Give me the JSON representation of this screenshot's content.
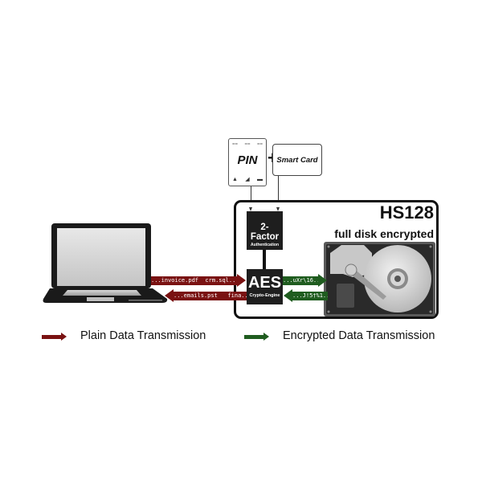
{
  "diagram": {
    "title": "HS128",
    "subtitle": "full disk encrypted",
    "auth_inputs": {
      "pin": {
        "label": "PIN",
        "keypad_top": [
          "==",
          "==",
          "=="
        ],
        "keypad_bottom": [
          "▲",
          "◢",
          "▬"
        ]
      },
      "plus": "+",
      "smart_card": {
        "label": "Smart Card"
      }
    },
    "factor_box": {
      "title": "2-Factor",
      "subtitle": "Authentication"
    },
    "aes_box": {
      "title": "AES",
      "subtitle": "Crypto-Engine"
    },
    "plain_arrows": {
      "to_device": "...invoice.pdf  crm.sql...",
      "to_computer": "...emails.pst   fina..."
    },
    "encrypted_arrows": {
      "to_disk": "...uXr\\16...",
      "to_aes": "...J!5†%1..."
    },
    "icons": [
      "laptop-icon",
      "hard-disk-icon",
      "pin-keypad-icon",
      "smart-card-icon"
    ],
    "colors": {
      "plain": "#7a1212",
      "encrypted": "#1f5c1f",
      "box": "#1e1e1e"
    }
  },
  "legend": {
    "items": [
      {
        "label": "Plain Data Transmission",
        "color": "#7a1212"
      },
      {
        "label": "Encrypted Data Transmission",
        "color": "#1f5c1f"
      }
    ]
  }
}
